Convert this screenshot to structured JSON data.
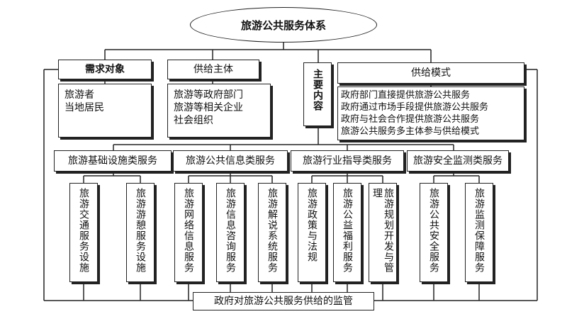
{
  "title": "旅游公共服务体系",
  "categories": {
    "demand": "需求对象",
    "supply_subject": "供给主体",
    "main_content": "主要内容",
    "supply_mode": "供给模式"
  },
  "demand_items": "旅游者\n当地居民",
  "supply_subject_items": "旅游等政府部门\n旅游等相关企业\n社会组织",
  "supply_mode_items": "政府部门直接提供旅游公共服务\n政府通过市场手段提供旅游公共服务\n政府与社会合作提供旅游公共服务\n旅游公共服务多主体参与供给模式",
  "service_groups": [
    {
      "label": "旅游基础设施类服务",
      "items": [
        "旅游交通服务设施",
        "旅游游憩服务设施"
      ]
    },
    {
      "label": "旅游公共信息类服务",
      "items": [
        "旅游网络信息服务",
        "旅游信息咨询服务",
        "旅游解说系统服务"
      ]
    },
    {
      "label": "旅游行业指导类服务",
      "items": [
        "旅游政策与法规",
        "旅游公益福利服务",
        "旅游规划开发与管理"
      ]
    },
    {
      "label": "旅游安全监测类服务",
      "items": [
        "旅游公共安全服务",
        "旅游监测保障服务"
      ]
    }
  ],
  "supervision": "政府对旅游公共服务供给的监管"
}
